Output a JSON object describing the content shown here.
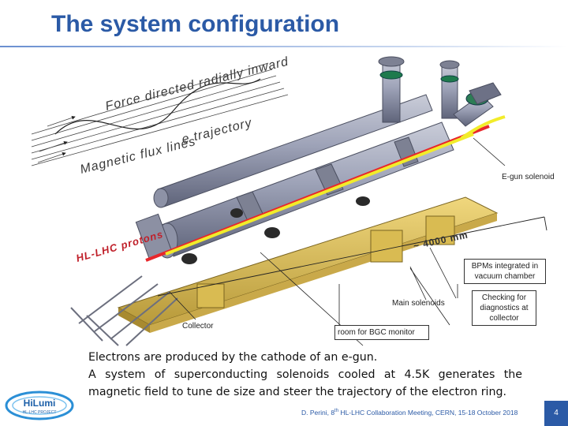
{
  "slide": {
    "title": "The system configuration",
    "page_number": "4"
  },
  "diagram": {
    "force_label": "Force directed radially inward",
    "e_trajectory_label": "e trajectory",
    "flux_lines_label": "Magnetic flux lines",
    "hl_lhc_protons_label": "HL-LHC protons",
    "distance_label": "~ 4000 mm",
    "e_gun_solenoid_label": "E-gun solenoid",
    "bpm_label": "BPMs integrated in vacuum chamber",
    "main_solenoids_label": "Main solenoids",
    "checking_label": "Checking for diagnostics at collector",
    "collector_label": "Collector",
    "bgc_label": "room for BGC monitor",
    "colors": {
      "proton_beam": "#e8262b",
      "electron_beam": "#f2ec2a",
      "frame": "#e0c25a",
      "vessel": "#9a9fb4"
    }
  },
  "body": {
    "line1": "Electrons are produced by the  cathode of an e-gun.",
    "line2": "A system of superconducting solenoids cooled at 4.5K generates the magnetic field to tune de size and steer the trajectory of the electron ring."
  },
  "footer": {
    "logo_main": "HiLumi",
    "logo_sub": "HL-LHC PROJECT",
    "citation_pre": "D. Perini, 8",
    "citation_sup": "th",
    "citation_post": " HL-LHC Collaboration Meeting, CERN, 15-18 October 2018"
  }
}
